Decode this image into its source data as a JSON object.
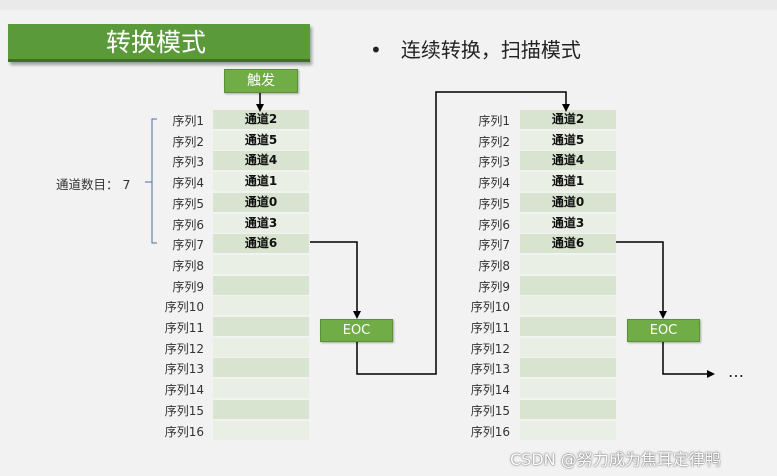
{
  "title": "转换模式",
  "bullet": "连续转换，扫描模式",
  "trigger_label": "触发",
  "eoc_label": "EOC",
  "channel_count_label": "通道数目：",
  "channel_count_value": "7",
  "ellipsis": "…",
  "sequences": [
    "序列1",
    "序列2",
    "序列3",
    "序列4",
    "序列5",
    "序列6",
    "序列7",
    "序列8",
    "序列9",
    "序列10",
    "序列11",
    "序列12",
    "序列13",
    "序列14",
    "序列15",
    "序列16"
  ],
  "channels": [
    "通道2",
    "通道5",
    "通道4",
    "通道1",
    "通道0",
    "通道3",
    "通道6",
    "",
    "",
    "",
    "",
    "",
    "",
    "",
    "",
    ""
  ],
  "watermark": "CSDN @努力成为焦耳定律鸭"
}
